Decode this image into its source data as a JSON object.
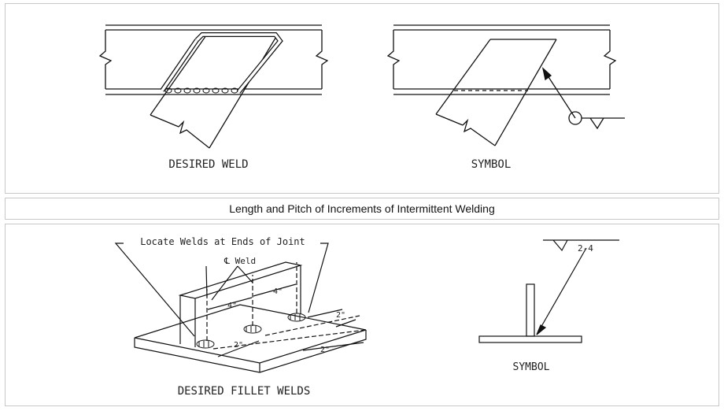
{
  "caption": "Length and Pitch of Increments of Intermittent Welding",
  "top_panel": {
    "left_label": "DESIRED WELD",
    "right_label": "SYMBOL"
  },
  "bottom_panel": {
    "callout_ends": "Locate Welds at Ends of Joint",
    "callout_centerline": "℄ Weld",
    "dim_4a": "4\"",
    "dim_4b": "4\"",
    "dim_2a": "2\"",
    "dim_2b": "2\"",
    "dim_2c": "2\"",
    "left_label": "DESIRED FILLET WELDS",
    "symbol_value": "2-4",
    "right_label": "SYMBOL"
  }
}
